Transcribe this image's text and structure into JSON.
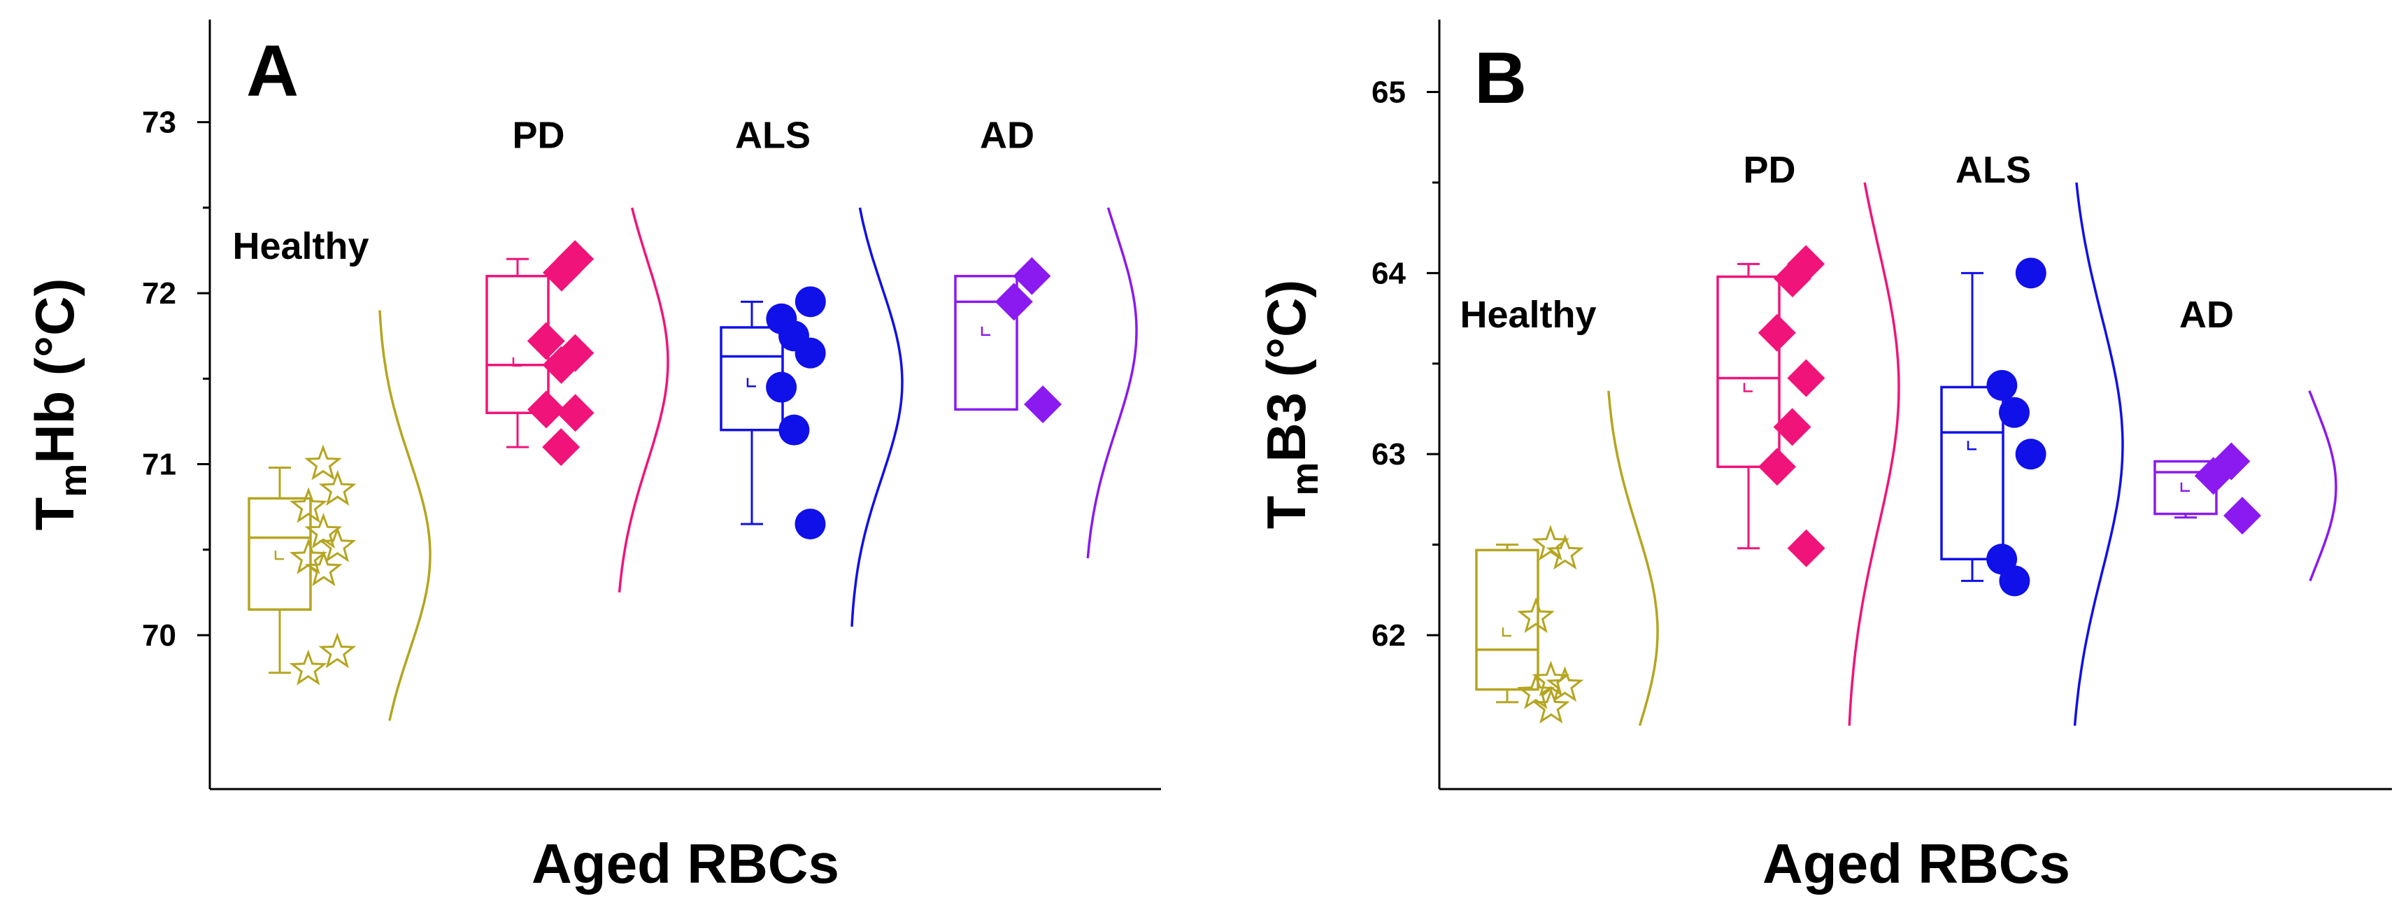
{
  "chart_data": [
    {
      "type": "box",
      "panel_letter": "A",
      "ylabel_main": "T",
      "ylabel_sub": "m",
      "ylabel_rest": "Hb (°C)",
      "xlabel": "Aged RBCs",
      "ylim": [
        69.1,
        73.6
      ],
      "yticks": [
        70,
        71,
        72,
        73
      ],
      "ytick_labels": [
        "70",
        "71",
        "72",
        "73"
      ],
      "series": [
        {
          "name": "Healthy",
          "color": "#B5A520",
          "marker": "star",
          "label_y": 72.2,
          "box": {
            "q1": 70.15,
            "median": 70.57,
            "q3": 70.8,
            "mean": 70.47,
            "whisker_low": 69.78,
            "whisker_high": 70.98
          },
          "points": [
            71.0,
            70.85,
            70.75,
            70.6,
            70.52,
            70.45,
            70.38,
            69.9,
            69.8
          ],
          "density": [
            69.5,
            71.9
          ]
        },
        {
          "name": "PD",
          "color": "#F0147A",
          "marker": "diamond",
          "label_y": 72.85,
          "box": {
            "q1": 71.3,
            "median": 71.58,
            "q3": 72.1,
            "mean": 71.6,
            "whisker_low": 71.1,
            "whisker_high": 72.2
          },
          "points": [
            72.2,
            72.12,
            71.72,
            71.65,
            71.58,
            71.32,
            71.3,
            71.1
          ],
          "density": [
            70.25,
            72.5
          ]
        },
        {
          "name": "ALS",
          "color": "#1010E8",
          "marker": "circle",
          "label_y": 72.85,
          "box": {
            "q1": 71.2,
            "median": 71.63,
            "q3": 71.8,
            "mean": 71.48,
            "whisker_low": 70.65,
            "whisker_high": 71.95
          },
          "points": [
            71.95,
            71.85,
            71.75,
            71.65,
            71.45,
            71.2,
            70.65
          ],
          "density": [
            70.05,
            72.5
          ]
        },
        {
          "name": "AD",
          "color": "#8A1AF0",
          "marker": "diamond",
          "label_y": 72.85,
          "box": {
            "q1": 71.32,
            "median": 71.95,
            "q3": 72.1,
            "mean": 71.78,
            "whisker_low": 71.32,
            "whisker_high": 72.1
          },
          "points": [
            72.1,
            71.95,
            71.35
          ],
          "density": [
            70.45,
            72.5
          ]
        }
      ]
    },
    {
      "type": "box",
      "panel_letter": "B",
      "ylabel_main": "T",
      "ylabel_sub": "m",
      "ylabel_rest": "B3 (°C)",
      "xlabel": "Aged RBCs",
      "ylim": [
        61.15,
        65.4
      ],
      "yticks": [
        62,
        63,
        64,
        65
      ],
      "ytick_labels": [
        "62",
        "63",
        "64",
        "65"
      ],
      "series": [
        {
          "name": "Healthy",
          "color": "#B5A520",
          "marker": "star",
          "label_y": 63.7,
          "box": {
            "q1": 61.7,
            "median": 61.92,
            "q3": 62.47,
            "mean": 62.02,
            "whisker_low": 61.63,
            "whisker_high": 62.5
          },
          "points": [
            62.5,
            62.45,
            62.1,
            61.75,
            61.72,
            61.68,
            61.6
          ],
          "density": [
            61.5,
            63.35
          ]
        },
        {
          "name": "PD",
          "color": "#F0147A",
          "marker": "diamond",
          "label_y": 64.5,
          "box": {
            "q1": 62.93,
            "median": 63.42,
            "q3": 63.98,
            "mean": 63.37,
            "whisker_low": 62.48,
            "whisker_high": 64.05
          },
          "points": [
            64.05,
            63.97,
            63.67,
            63.42,
            63.15,
            62.93,
            62.48
          ],
          "density": [
            61.5,
            64.5
          ]
        },
        {
          "name": "ALS",
          "color": "#1010E8",
          "marker": "circle",
          "label_y": 64.5,
          "box": {
            "q1": 62.42,
            "median": 63.12,
            "q3": 63.37,
            "mean": 63.05,
            "whisker_low": 62.3,
            "whisker_high": 64.0
          },
          "points": [
            64.0,
            63.38,
            63.23,
            63.0,
            62.42,
            62.3
          ],
          "density": [
            61.5,
            64.5
          ]
        },
        {
          "name": "AD",
          "color": "#8A1AF0",
          "marker": "diamond",
          "label_y": 63.7,
          "box": {
            "q1": 62.67,
            "median": 62.9,
            "q3": 62.96,
            "mean": 62.82,
            "whisker_low": 62.65,
            "whisker_high": 62.96
          },
          "points": [
            62.96,
            62.88,
            62.66
          ],
          "density": [
            62.3,
            63.35
          ]
        }
      ]
    }
  ]
}
